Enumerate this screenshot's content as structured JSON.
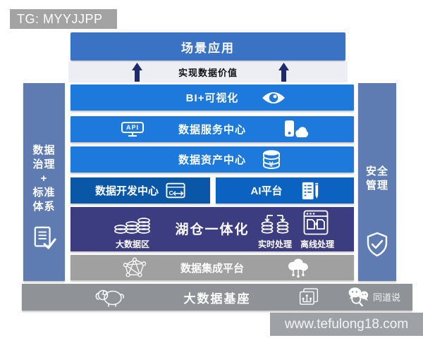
{
  "watermarks": {
    "tg": "TG: MYYJJPP",
    "wechat": "同道说",
    "website": "www.tefulong18.com"
  },
  "top": {
    "scenario_bar": "场景应用",
    "value_caption": "实现数据价值"
  },
  "sidebar_left": {
    "lines": [
      "数据",
      "治理",
      "+",
      "标准",
      "体系"
    ]
  },
  "sidebar_right": {
    "lines": [
      "安全",
      "管理"
    ]
  },
  "rows": {
    "bi": "BI+可视化",
    "service": "数据服务中心",
    "api_badge": "API",
    "asset": "数据资产中心",
    "dev": "数据开发中心",
    "ai": "AI平台",
    "lakehouse": "湖仓一体化",
    "bigdata_zone": "大数据区",
    "realtime": "实时处理",
    "offline": "离线处理",
    "integration": "数据集成平台",
    "foundation": "大数据基座"
  },
  "icon_glyphs": {
    "yen": "¥",
    "code_letter": "C"
  },
  "colors": {
    "scenario_blue": "#3a72c4",
    "row_blue": "#1e79dd",
    "dev_blue": "#0a57a8",
    "ai_blue": "#0b62c0",
    "lakehouse_navy": "#3c3c80",
    "sidebar_blue": "#5e7cb2",
    "integration_gray": "#a0a0a0",
    "foundation_gray": "#8f9296",
    "arrow_navy": "#1e2a6e",
    "watermark_gray": "#a3a3a3"
  }
}
